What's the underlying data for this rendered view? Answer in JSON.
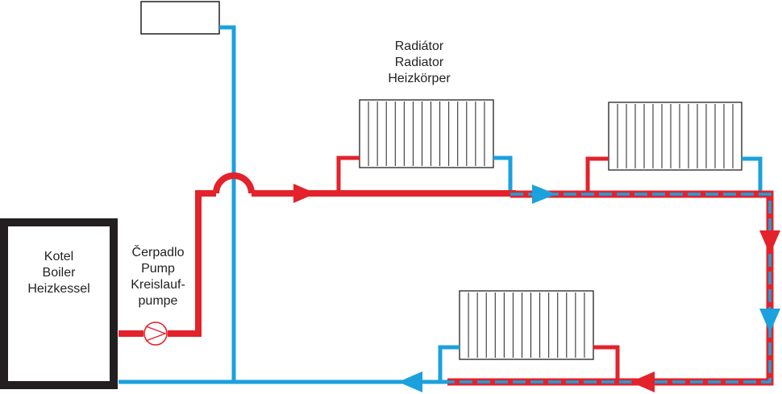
{
  "colors": {
    "hot": "#e3222b",
    "cold": "#1ba1dd",
    "outline": "#231f20",
    "background": "#ffffff"
  },
  "boiler": {
    "lines": [
      "Kotel",
      "Boiler",
      "Heizkessel"
    ],
    "icon": "boiler-box"
  },
  "pump": {
    "lines": [
      "Čerpadlo",
      "Pump",
      "Kreislauf-",
      "pumpe"
    ],
    "icon": "pump-symbol"
  },
  "radiator_label": {
    "lines": [
      "Radiátor",
      "Radiator",
      "Heizkörper"
    ]
  },
  "expansion_tank": {
    "icon": "expansion-tank"
  },
  "flow_arrows": {
    "hot_icon": "triangle-arrow-red",
    "cold_icon": "triangle-arrow-blue"
  }
}
